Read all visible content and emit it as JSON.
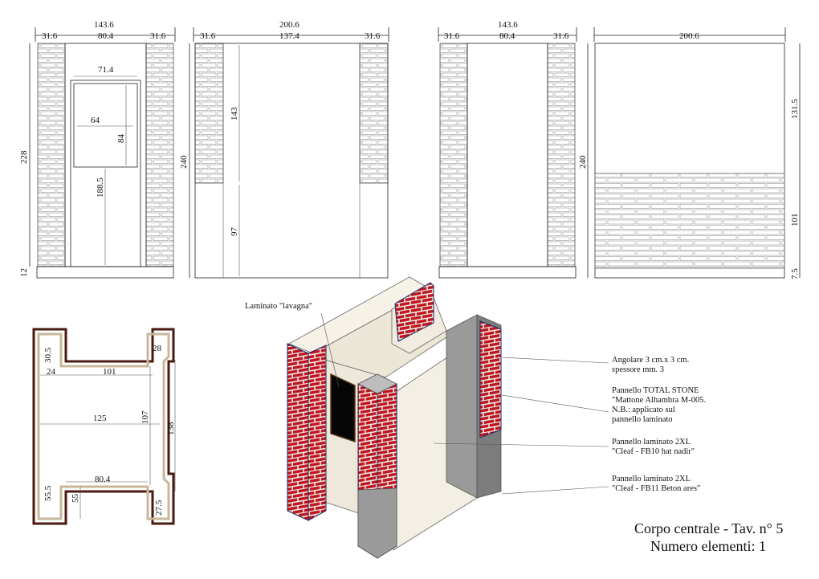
{
  "sheet": {
    "title": "Corpo centrale - Tav. n° 5",
    "subtitle": "Numero elementi: 1"
  },
  "elevations": {
    "e1": {
      "total": "143.6",
      "left": "31.6",
      "mid": "80.4",
      "right": "31.6",
      "door_w": "71.4",
      "win_w": "64",
      "win_h": "84",
      "door_h": "188.5",
      "height": "228",
      "base": "12"
    },
    "e2": {
      "total": "200.6",
      "left": "31.6",
      "mid": "137.4",
      "right": "31.6",
      "upper": "143",
      "lower": "97",
      "height": "240"
    },
    "e3": {
      "total": "143.6",
      "left": "31.6",
      "mid": "80.4",
      "right": "31.6"
    },
    "e4": {
      "total": "200.6",
      "height": "240",
      "upper": "131.5",
      "lower": "101",
      "base": "7.5"
    }
  },
  "plan": {
    "d1": "30.5",
    "d2": "28",
    "d3": "24",
    "d4": "101",
    "d5": "125",
    "d6": "107",
    "d7": "138",
    "d8": "80.4",
    "d9": "55.5",
    "d10": "55",
    "d11": "27.5"
  },
  "notes": {
    "lavagna": "Laminato \"lavagna\"",
    "angolare_1": "Angolare 3 cm.x 3 cm.",
    "angolare_2": "spessore mm. 3",
    "stone_1": "Pannello TOTAL STONE",
    "stone_2": "\"Mattone Alhambra M-005.",
    "stone_3": "N.B.: applicato sul",
    "stone_4": "pannello laminato",
    "lam1_1": "Pannello laminato 2XL",
    "lam1_2": "\"Cleaf - FB10 hat nadir\"",
    "lam2_1": "Pannello laminato 2XL",
    "lam2_2": "\"Cleaf - FB11 Beton ares\""
  },
  "colors": {
    "brick": "#c0141c",
    "mortar": "#f2f2f2",
    "panel": "#f3efe4",
    "post": "#9a9a9a",
    "frame": "#4a1a10",
    "chalk": "#050505"
  }
}
